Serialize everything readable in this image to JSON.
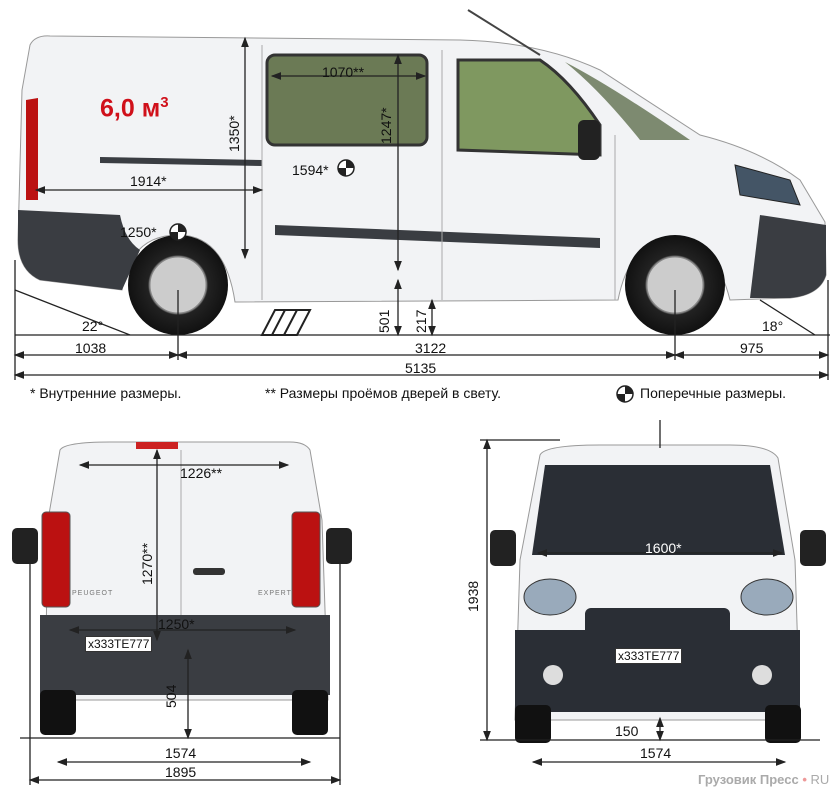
{
  "side_view": {
    "volume": "6,0 м",
    "volume_unit_sup": "3",
    "dims": {
      "cargo_height": "1350*",
      "side_door_width": "1070**",
      "side_door_height": "1247*",
      "cargo_width_between": "1594*",
      "cargo_length": "1914*",
      "width_between_arches": "1250*",
      "departure_angle": "22°",
      "ground_to_floor": "501",
      "ground_clearance": "217",
      "approach_angle": "18°",
      "rear_overhang": "1038",
      "wheelbase": "3122",
      "front_overhang": "975",
      "overall_length": "5135"
    }
  },
  "legend": {
    "internal": "* Внутренние размеры.",
    "door_openings": "** Размеры проёмов дверей в свету.",
    "transverse": "Поперечные размеры.",
    "transverse_icon": "cross-section-icon"
  },
  "rear_view": {
    "dims": {
      "rear_door_width": "1226**",
      "rear_door_height": "1270**",
      "width_between_arches": "1250*",
      "loading_height": "504",
      "track": "1574",
      "overall_width": "1895"
    },
    "plate": "x333TE777",
    "badge_left": "PEUGEOT",
    "badge_right": "EXPERT"
  },
  "front_view": {
    "dims": {
      "overall_height": "1938",
      "interior_width": "1600*",
      "ground_clearance": "150",
      "track": "1574"
    },
    "plate": "x333TE777"
  },
  "watermark": {
    "name": "Грузовик Пресс",
    "dot": "•",
    "domain": "RU"
  },
  "colors": {
    "volume_text": "#d0101a",
    "body": "#f4f5f6",
    "lines": "#222222"
  }
}
